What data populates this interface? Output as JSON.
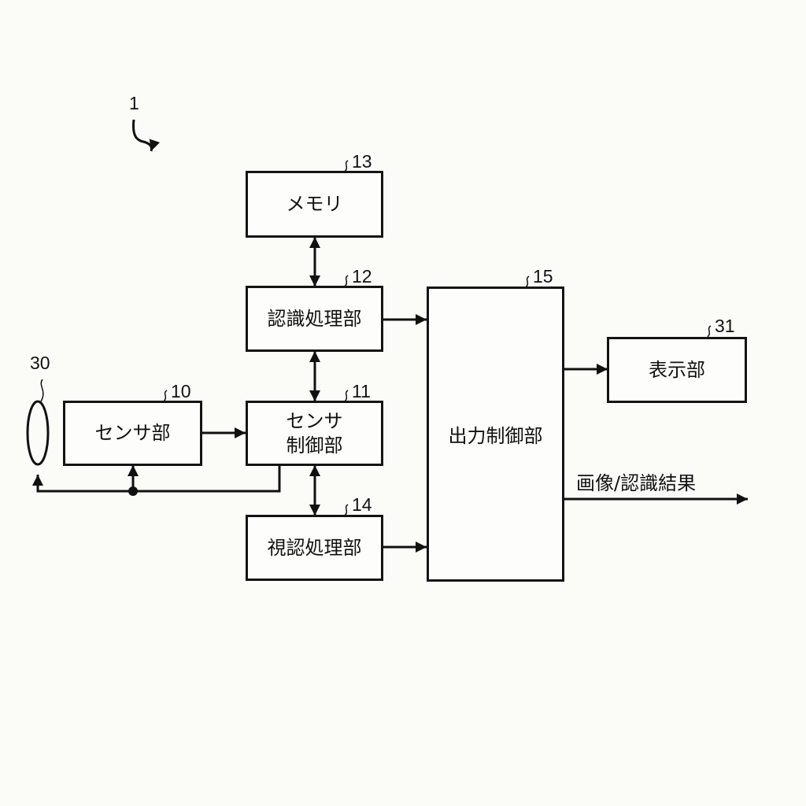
{
  "figure": {
    "system_ref": "1",
    "blocks": [
      {
        "id": "10",
        "label": "センサ部"
      },
      {
        "id": "11",
        "label": "センサ\n制御部"
      },
      {
        "id": "12",
        "label": "認識処理部"
      },
      {
        "id": "13",
        "label": "メモリ"
      },
      {
        "id": "14",
        "label": "視認処理部"
      },
      {
        "id": "15",
        "label": "出力制御部"
      },
      {
        "id": "31",
        "label": "表示部"
      }
    ],
    "lens": {
      "id": "30"
    },
    "output_label": "画像/認識結果",
    "connections": [
      {
        "from": "13",
        "to": "12",
        "type": "bidirectional"
      },
      {
        "from": "12",
        "to": "11",
        "type": "bidirectional"
      },
      {
        "from": "11",
        "to": "14",
        "type": "bidirectional"
      },
      {
        "from": "10",
        "to": "11",
        "type": "arrow"
      },
      {
        "from": "12",
        "to": "15",
        "type": "arrow"
      },
      {
        "from": "14",
        "to": "15",
        "type": "arrow"
      },
      {
        "from": "15",
        "to": "31",
        "type": "arrow"
      },
      {
        "from": "15",
        "to": "output",
        "type": "arrow"
      },
      {
        "from": "11",
        "to": "10",
        "type": "arrow"
      },
      {
        "from": "11",
        "to": "30",
        "type": "arrow"
      }
    ]
  }
}
